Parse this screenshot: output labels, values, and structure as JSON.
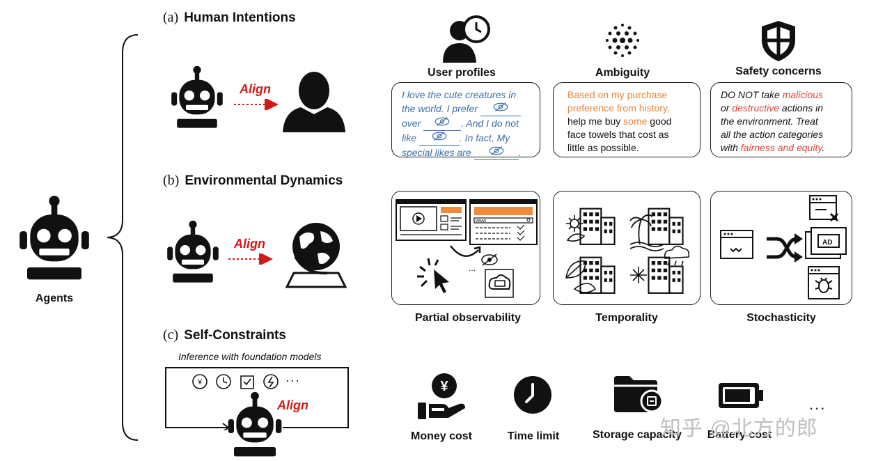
{
  "left": {
    "agents_label": "Agents",
    "sections": [
      {
        "letter": "(a)",
        "title": "Human Intentions",
        "align": "Align"
      },
      {
        "letter": "(b)",
        "title": "Environmental Dynamics",
        "align": "Align"
      },
      {
        "letter": "(c)",
        "title": "Self-Constraints",
        "align": "Align",
        "subtitle": "Inference with foundation models",
        "dots": "···"
      }
    ]
  },
  "intentions": {
    "user_profiles": {
      "label": "User profiles",
      "l1": "I love the cute creatures in",
      "l2a": "the world. I prefer",
      "l3a": "over",
      "l3b": ". And I do not",
      "l4a": "like",
      "l4b": ". In fact, My",
      "l5a": "special likes are",
      "l5b": "."
    },
    "ambiguity": {
      "label": "Ambiguity",
      "l1": "Based on my purchase",
      "l2": "preference from history,",
      "l3a": "help me buy ",
      "l3b": "some",
      "l3c": " good",
      "l4": "face towels that cost as",
      "l5": "little as possible."
    },
    "safety": {
      "label": "Safety concerns",
      "l1a": "DO NOT take ",
      "l1b": "malicious",
      "l2a": "or ",
      "l2b": "destructive",
      "l2c": " actions in",
      "l3": "the environment. Treat",
      "l4": "all the action categories",
      "l5a": "with ",
      "l5b": "fairness and equity",
      "l5c": "."
    }
  },
  "dynamics": {
    "partial": {
      "label": "Partial observability",
      "www": "www",
      "dots": "..."
    },
    "temporality": {
      "label": "Temporality"
    },
    "stochasticity": {
      "label": "Stochasticity",
      "ad": "AD"
    }
  },
  "constraints": {
    "items": [
      "Money cost",
      "Time limit",
      "Storage capacity",
      "Battery cost"
    ],
    "yen": "¥",
    "more": "..."
  },
  "watermark": "知乎 @北方的郎",
  "colors": {
    "align_red": "#d11a1a",
    "blue_text": "#3e6ea6",
    "orange_text": "#e8843a",
    "red_text": "#e0453a",
    "accent_orange": "#f08a3c"
  }
}
